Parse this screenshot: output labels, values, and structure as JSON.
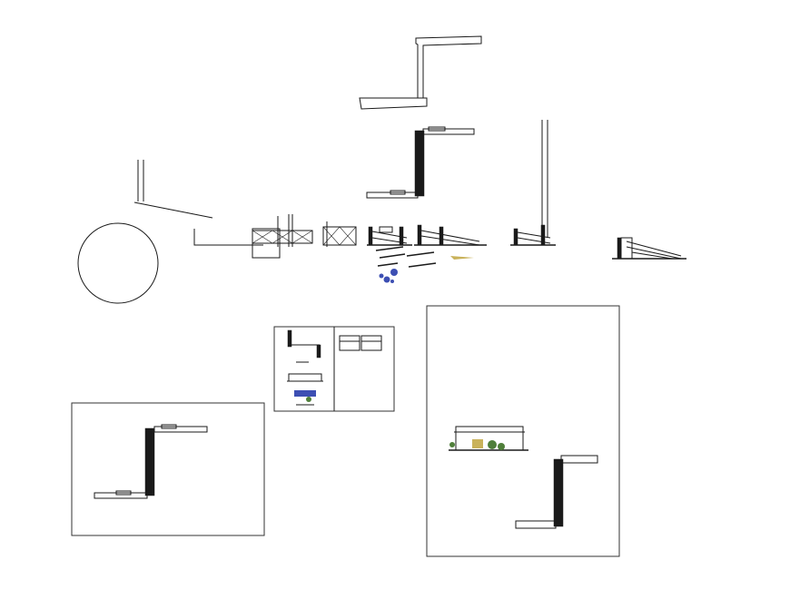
{
  "drawing": {
    "background": "#ffffff",
    "line_color": "#1a1a1a",
    "accent_blue": "#3d4fb3",
    "accent_green": "#4f7f3a",
    "accent_yellow": "#c9b25a",
    "elements": [
      "bent-bridge-outline",
      "zigzag-bridge-plan",
      "tall-pylon",
      "circle-outline",
      "slanted-line-pair",
      "section-outline",
      "truss-section",
      "ramp-elevations",
      "scattered-details",
      "sheet-frame-small",
      "sheet-frame-left",
      "sheet-frame-right"
    ]
  }
}
